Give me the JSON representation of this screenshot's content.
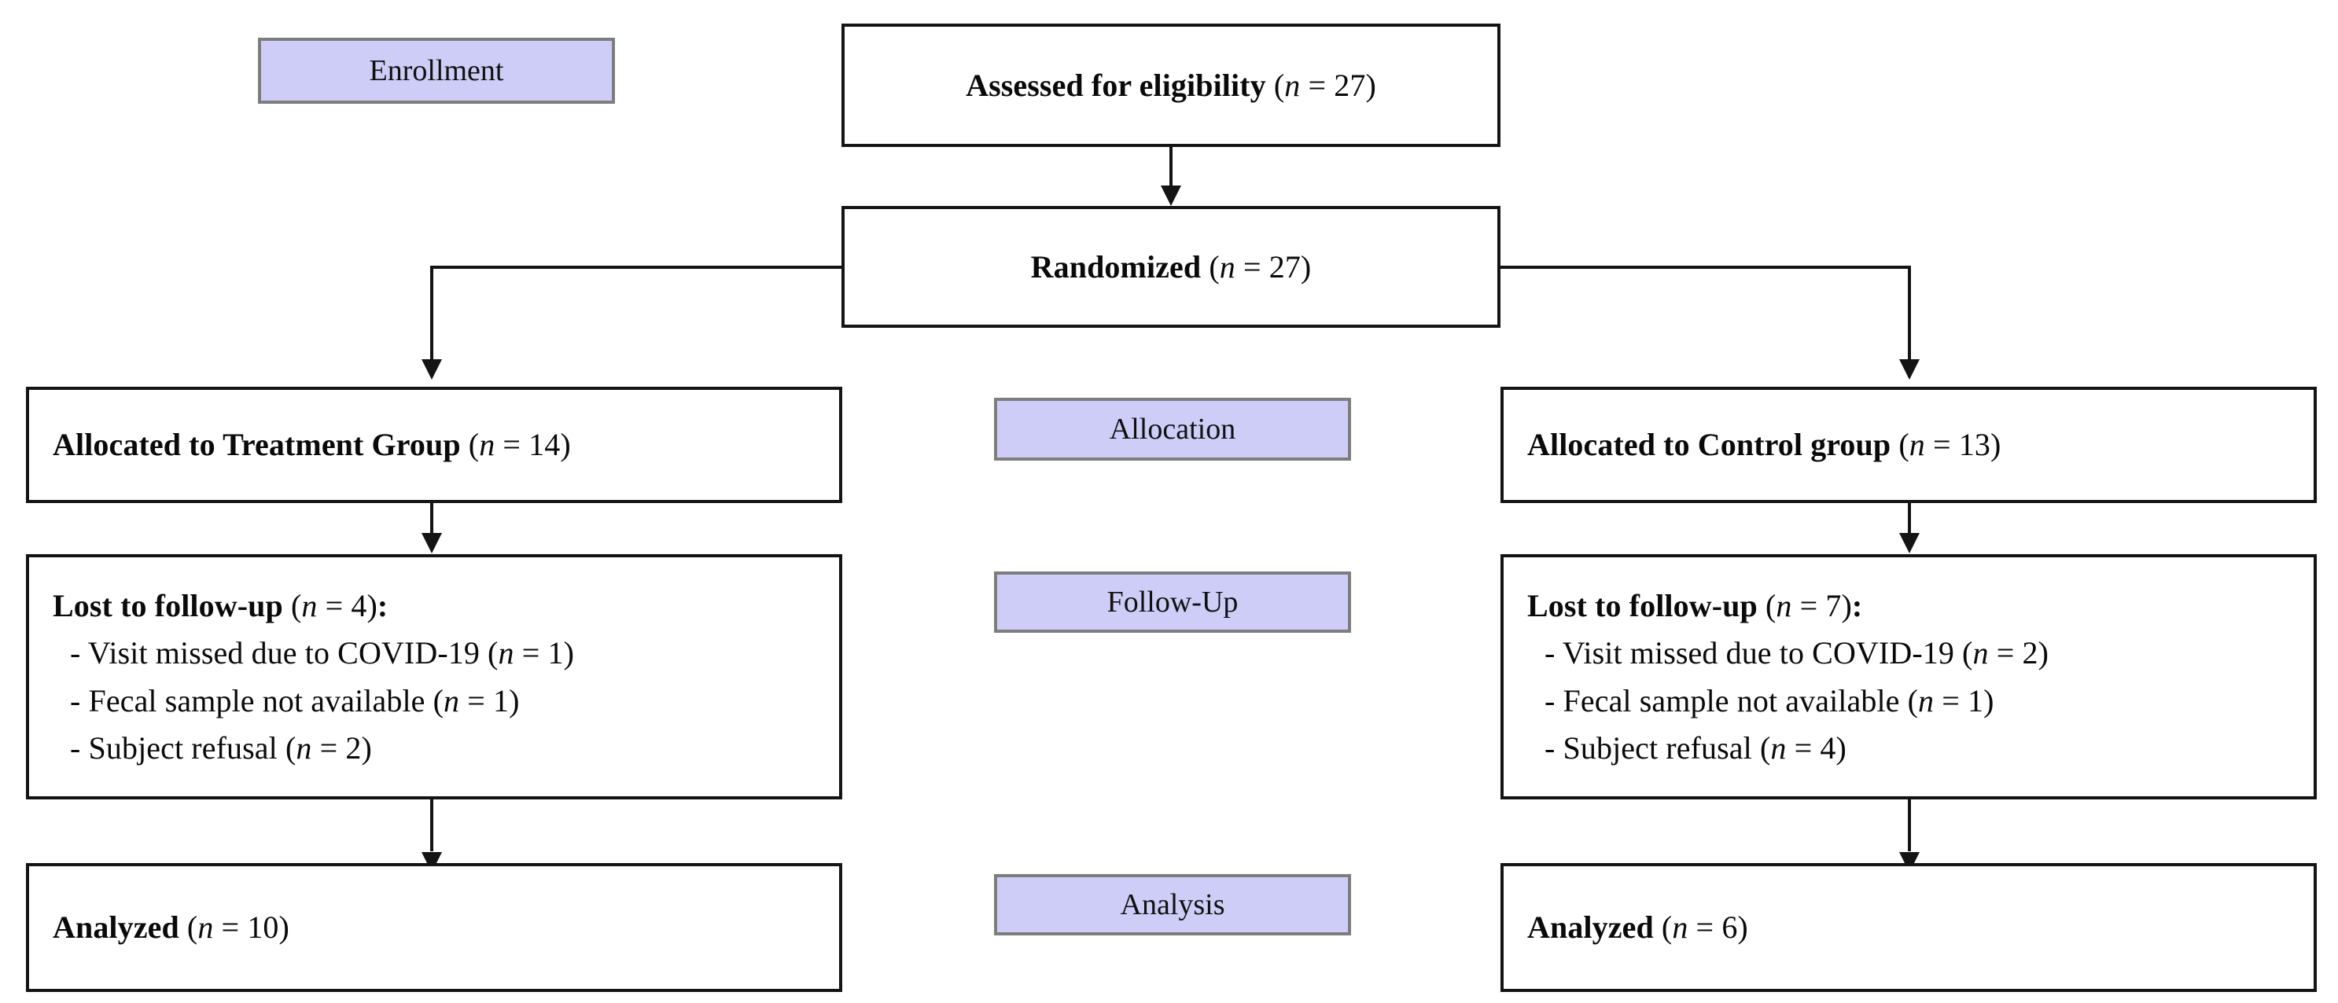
{
  "diagram": {
    "type": "CONSORT participant flow diagram",
    "stage_labels": [
      {
        "id": "enrollment",
        "text": "Enrollment"
      },
      {
        "id": "allocation",
        "text": "Allocation"
      },
      {
        "id": "followup",
        "text": "Follow-Up"
      },
      {
        "id": "analysis",
        "text": "Analysis"
      }
    ],
    "colors": {
      "stage_label_fill": "#cdcdf7",
      "stage_label_border": "#7d7d7d",
      "box_border": "#141414",
      "box_fill": "#ffffff",
      "text": "#0a0a0a"
    },
    "nodes": {
      "assessed": {
        "label": "Assessed for eligibility",
        "n_prefix": "(",
        "n_symbol": "n",
        "n_eq": " = ",
        "n_value": "27",
        "n_suffix": ")"
      },
      "randomized": {
        "label": "Randomized",
        "n_symbol": "n",
        "n_value": "27"
      },
      "allocated_treatment": {
        "label": "Allocated to Treatment Group",
        "n_symbol": "n",
        "n_value": "14"
      },
      "allocated_control": {
        "label": "Allocated to Control group",
        "n_symbol": "n",
        "n_value": "13"
      },
      "lost_treatment": {
        "label": "Lost to follow-up",
        "n_symbol": "n",
        "n_value": "4",
        "colon": ":",
        "reasons": [
          {
            "text": "- Visit missed due to COVID-19",
            "n_symbol": "n",
            "n_value": "1"
          },
          {
            "text": "- Fecal sample not available",
            "n_symbol": "n",
            "n_value": "1"
          },
          {
            "text": "- Subject refusal",
            "n_symbol": "n",
            "n_value": "2"
          }
        ]
      },
      "lost_control": {
        "label": "Lost to follow-up",
        "n_symbol": "n",
        "n_value": "7",
        "colon": ":",
        "reasons": [
          {
            "text": "- Visit missed due to COVID-19",
            "n_symbol": "n",
            "n_value": "2"
          },
          {
            "text": "- Fecal sample not available",
            "n_symbol": "n",
            "n_value": "1"
          },
          {
            "text": "- Subject refusal",
            "n_symbol": "n",
            "n_value": "4"
          }
        ]
      },
      "analyzed_treatment": {
        "label": "Analyzed",
        "n_symbol": "n",
        "n_value": "10"
      },
      "analyzed_control": {
        "label": "Analyzed",
        "n_symbol": "n",
        "n_value": "6"
      }
    }
  }
}
